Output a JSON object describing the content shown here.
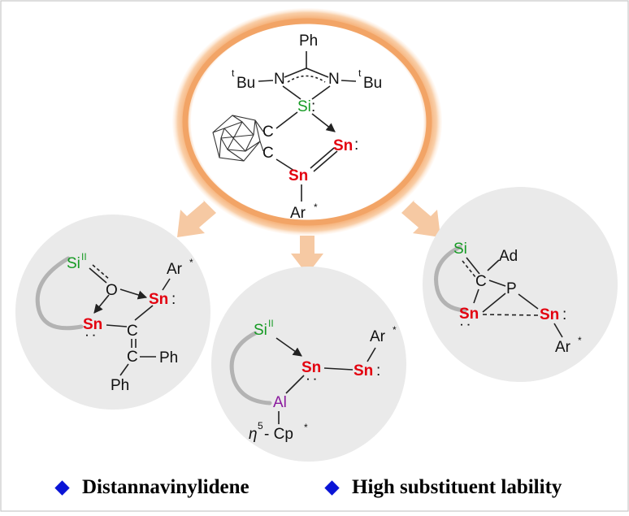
{
  "colors": {
    "tin": "#e3000f",
    "silicon": "#159a23",
    "aluminum": "#8b1a9e",
    "legend_bullet": "#0a14d6",
    "halo": "#f2a466",
    "arrows": "#f6c9a3",
    "panels": "#eaeaea"
  },
  "center": {
    "ph": "Ph",
    "tbu_left": "Bu",
    "tbu_right": "Bu",
    "t": "t",
    "n_left": "N",
    "n_right": "N",
    "si": "Si",
    "c1": "C",
    "c2": "C",
    "sn_top": "Sn",
    "sn_bottom": "Sn",
    "ar": "Ar",
    "star": "*",
    "dots": ":"
  },
  "left": {
    "si": "Si",
    "si_sup": "II",
    "o": "O",
    "sn_top": "Sn",
    "sn_left": "Sn",
    "ar": "Ar",
    "star": "*",
    "c1": "C",
    "c2": "C",
    "ph1": "Ph",
    "ph2": "Ph",
    "dots": ":"
  },
  "middle": {
    "si": "Si",
    "si_sup": "II",
    "sn1": "Sn",
    "sn2": "Sn",
    "ar": "Ar",
    "star": "*",
    "al": "Al",
    "eta": "η",
    "eta_sup": "5",
    "cp": "- Cp",
    "dots": ":"
  },
  "right": {
    "si": "Si",
    "ad": "Ad",
    "c": "C",
    "p": "P",
    "sn_left": "Sn",
    "sn_right": "Sn",
    "ar": "Ar",
    "star": "*",
    "dots": ":"
  },
  "legend": {
    "item1": "Distannavinylidene",
    "item2": "High substituent lability"
  }
}
